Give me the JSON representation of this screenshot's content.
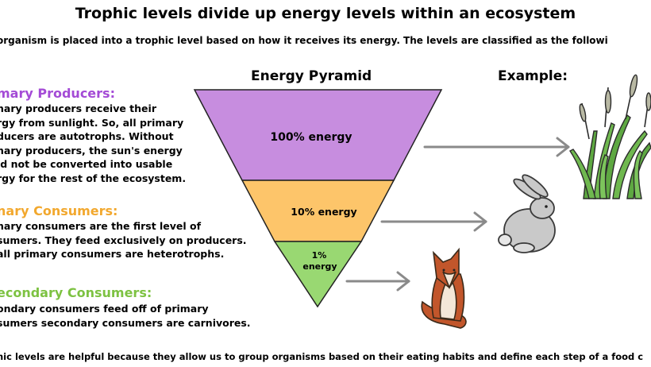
{
  "title": "Trophic levels divide up energy levels within an ecosystem",
  "intro": "organism is placed into a trophic level based on how it receives its energy. The levels are classified as the followi",
  "sections": [
    {
      "heading": "mary Producers:",
      "color": "#a44bd6",
      "lines": [
        "nary producers receive their",
        "rgy from sunlight. So, all primary",
        "ducers are autotrophs. Without",
        "nary producers, the sun's energy",
        "ld not be converted into usable",
        "rgy for the rest of the ecosystem."
      ]
    },
    {
      "heading": "nary Consumers:",
      "color": "#f2a82e",
      "lines": [
        "nary consumers are the first level of",
        "sumers. They feed exclusively on producers.",
        "all primary consumers are heterotrophs."
      ]
    },
    {
      "heading": "econdary Consumers:",
      "color": "#7dc242",
      "lines": [
        "ondary consumers feed off of primary",
        "sumers secondary consumers are carnivores."
      ]
    }
  ],
  "pyramid": {
    "title": "Energy Pyramid",
    "levels": [
      {
        "label": "100% energy",
        "color": "#c78ddf"
      },
      {
        "label": "10% energy",
        "color": "#fdc56a"
      },
      {
        "label_line1": "1%",
        "label_line2": "energy",
        "color": "#99d872"
      }
    ]
  },
  "example_title": "Example:",
  "icons": [
    "grass-icon",
    "rabbit-icon",
    "fox-icon"
  ],
  "footer": "hic levels are helpful because they allow us to group organisms based on their eating habits and define each step of a food c"
}
